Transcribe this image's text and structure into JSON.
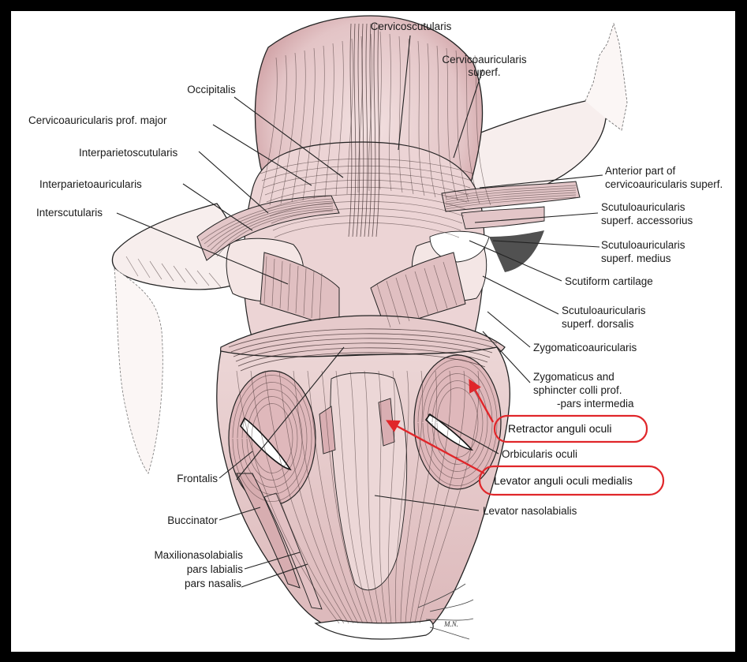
{
  "labels": {
    "cervicoscutularis": "Cervicoscutularis",
    "cervicoauricularis_superf_1": "Cervicoauricularis",
    "cervicoauricularis_superf_2": "superf.",
    "occipitalis": "Occipitalis",
    "cervicoauricularis_prof_major": "Cervicoauricularis prof. major",
    "interparietoscutularis": "Interparietoscutularis",
    "interparietoauricularis": "Interparietoauricularis",
    "interscutularis": "Interscutularis",
    "anterior_part_1": "Anterior part of",
    "anterior_part_2": "cervicoauricularis superf.",
    "scutuloauricularis_accessorius_1": "Scutuloauricularis",
    "scutuloauricularis_accessorius_2": "superf. accessorius",
    "scutuloauricularis_medius_1": "Scutuloauricularis",
    "scutuloauricularis_medius_2": "superf. medius",
    "scutiform_cartilage": "Scutiform cartilage",
    "scutuloauricularis_dorsalis_1": "Scutuloauricularis",
    "scutuloauricularis_dorsalis_2": "superf. dorsalis",
    "zygomaticoauricularis": "Zygomaticoauricularis",
    "zygomaticus_1": "Zygomaticus and",
    "zygomaticus_2": "sphincter colli prof.",
    "zygomaticus_3": "-pars intermedia",
    "retractor_anguli_oculi": "Retractor anguli oculi",
    "orbicularis_oculi": "Orbicularis oculi",
    "levator_anguli_oculi_medialis": "Levator anguli oculi medialis",
    "levator_nasolabialis": "Levator nasolabialis",
    "frontalis": "Frontalis",
    "buccinator": "Buccinator",
    "maxilionasolabialis": "Maxilionasolabialis",
    "pars_labialis": "pars labialis",
    "pars_nasalis": "pars nasalis"
  },
  "signature": "M.N.",
  "colors": {
    "muscle": "#e7cfcf",
    "muscle_dark": "#c99a9d",
    "cartilage": "#f6eeec",
    "highlight": "#e0262a"
  }
}
